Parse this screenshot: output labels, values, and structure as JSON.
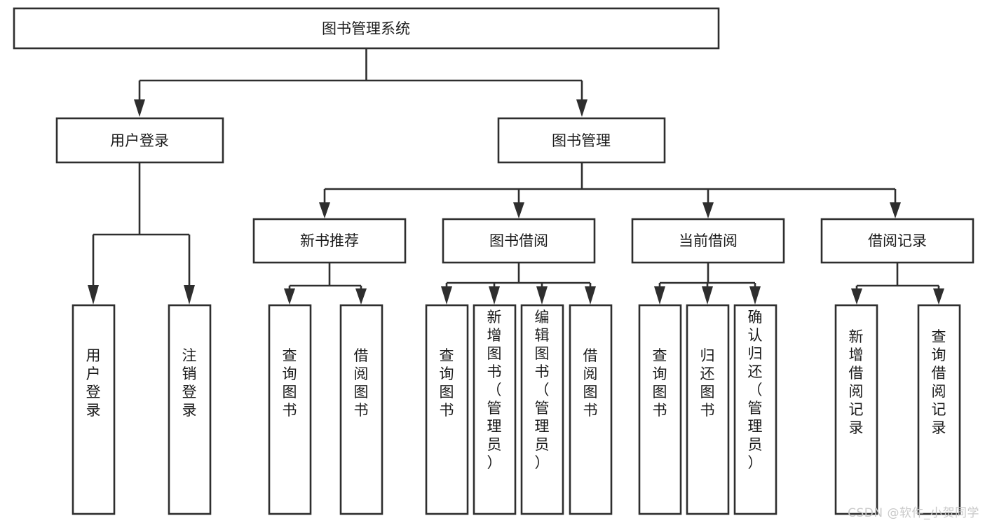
{
  "diagram": {
    "title": "图书管理系统",
    "type": "tree",
    "orientation": "top-down",
    "colors": {
      "line": "#2e2e2e",
      "box_fill": "#ffffff",
      "text": "#1b1b1b",
      "watermark": "#c9c9c9",
      "background": "#ffffff"
    },
    "root": {
      "id": "root",
      "label": "图书管理系统",
      "level": 1
    },
    "level2": [
      {
        "id": "user-login",
        "label": "用户登录",
        "level": 2
      },
      {
        "id": "book-management",
        "label": "图书管理",
        "level": 2
      }
    ],
    "level3": [
      {
        "id": "new-book-recommend",
        "label": "新书推荐",
        "level": 3,
        "parent": "book-management"
      },
      {
        "id": "book-borrow",
        "label": "图书借阅",
        "level": 3,
        "parent": "book-management"
      },
      {
        "id": "current-borrow",
        "label": "当前借阅",
        "level": 3,
        "parent": "book-management"
      },
      {
        "id": "borrow-record",
        "label": "借阅记录",
        "level": 3,
        "parent": "book-management"
      }
    ],
    "leaves": [
      {
        "id": "leaf-user-login",
        "label": "用户登录",
        "parent": "user-login",
        "orientation": "vertical"
      },
      {
        "id": "leaf-user-logout",
        "label": "注销登录",
        "parent": "user-login",
        "orientation": "vertical"
      },
      {
        "id": "leaf-query-book-1",
        "label": "查询图书",
        "parent": "new-book-recommend",
        "orientation": "vertical"
      },
      {
        "id": "leaf-borrow-book-1",
        "label": "借阅图书",
        "parent": "new-book-recommend",
        "orientation": "vertical"
      },
      {
        "id": "leaf-query-book-2",
        "label": "查询图书",
        "parent": "book-borrow",
        "orientation": "vertical"
      },
      {
        "id": "leaf-add-book",
        "label": "新增图书（管理员）",
        "parent": "book-borrow",
        "orientation": "vertical"
      },
      {
        "id": "leaf-edit-book",
        "label": "编辑图书（管理员）",
        "parent": "book-borrow",
        "orientation": "vertical"
      },
      {
        "id": "leaf-borrow-book-2",
        "label": "借阅图书",
        "parent": "book-borrow",
        "orientation": "vertical"
      },
      {
        "id": "leaf-query-book-3",
        "label": "查询图书",
        "parent": "current-borrow",
        "orientation": "vertical"
      },
      {
        "id": "leaf-return-book",
        "label": "归还图书",
        "parent": "current-borrow",
        "orientation": "vertical"
      },
      {
        "id": "leaf-confirm-return",
        "label": "确认归还（管理员）",
        "parent": "current-borrow",
        "orientation": "vertical"
      },
      {
        "id": "leaf-add-record",
        "label": "新增借阅记录",
        "parent": "borrow-record",
        "orientation": "vertical"
      },
      {
        "id": "leaf-query-record",
        "label": "查询借阅记录",
        "parent": "borrow-record",
        "orientation": "vertical"
      }
    ]
  },
  "watermark": {
    "text": "CSDN @软件_小贺同学"
  }
}
